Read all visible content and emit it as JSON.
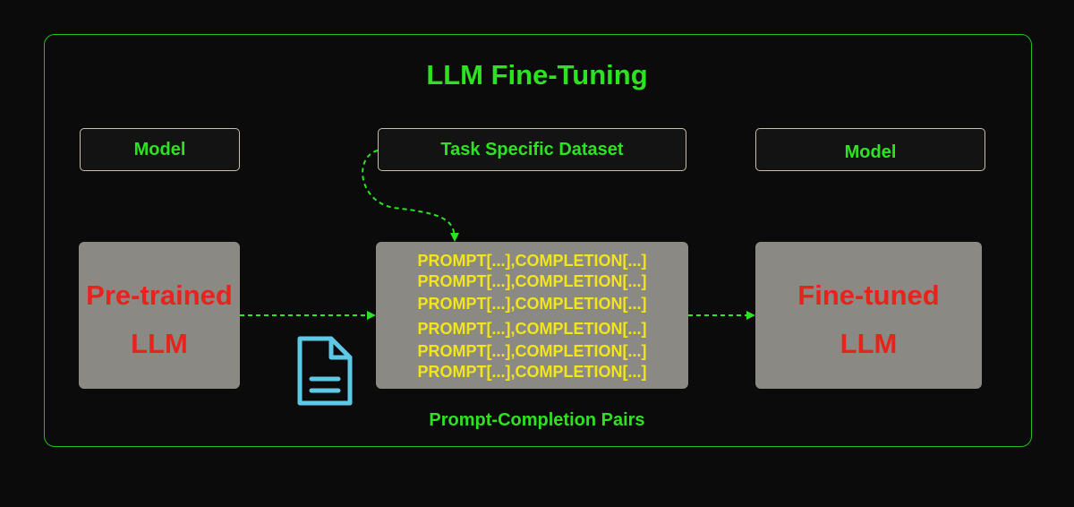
{
  "title": "LLM Fine-Tuning",
  "labels": {
    "left": "Model",
    "middle": "Task Specific Dataset",
    "right": "Model"
  },
  "pretrained": {
    "line1": "Pre-trained",
    "line2": "LLM"
  },
  "finetuned": {
    "line1": "Fine-tuned",
    "line2": "LLM"
  },
  "pairs": [
    "PROMPT[...],COMPLETION[...]",
    "PROMPT[...],COMPLETION[...]",
    "PROMPT[...],COMPLETION[...]",
    "PROMPT[...],COMPLETION[...]",
    "PROMPT[...],COMPLETION[...]",
    "PROMPT[...],COMPLETION[...]"
  ],
  "caption": "Prompt-Completion Pairs",
  "icons": [
    "document-icon"
  ],
  "colors": {
    "accent_green": "#2de321",
    "red_text": "#e8231c",
    "yellow_text": "#f2e51c",
    "icon_blue": "#5fc8e6",
    "box_gray": "#8b8984"
  }
}
